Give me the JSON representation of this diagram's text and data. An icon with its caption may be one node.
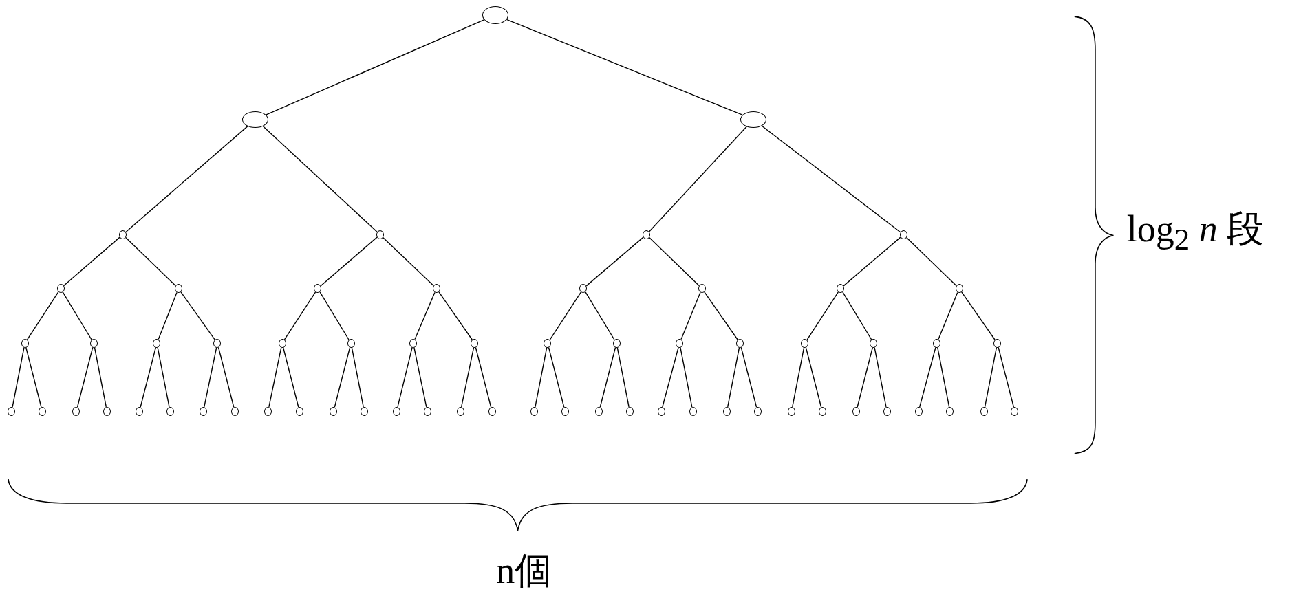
{
  "diagram": {
    "nodes": [
      {
        "text": [],
        "shape": "circle"
      },
      {
        "text": [],
        "shape": "circle"
      },
      {
        "text": [],
        "shape": "circle"
      },
      {
        "text": [],
        "shape": "circle"
      },
      {
        "text": [],
        "shape": "circle"
      },
      {
        "text": [],
        "shape": "circle"
      },
      {
        "text": [],
        "shape": "circle"
      },
      {
        "text": [],
        "shape": "circle"
      },
      {
        "text": [],
        "shape": "circle"
      },
      {
        "text": [],
        "shape": "circle"
      },
      {
        "text": [],
        "shape": "circle"
      },
      {
        "text": [],
        "shape": "circle"
      },
      {
        "text": [],
        "shape": "circle"
      },
      {
        "text": [],
        "shape": "circle"
      },
      {
        "text": [],
        "shape": "circle"
      },
      {
        "text": [],
        "shape": "circle"
      },
      {
        "text": [],
        "shape": "circle"
      },
      {
        "text": [],
        "shape": "circle"
      },
      {
        "text": [],
        "shape": "circle"
      },
      {
        "text": [],
        "shape": "circle"
      },
      {
        "text": [],
        "shape": "circle"
      },
      {
        "text": [],
        "shape": "circle"
      },
      {
        "text": [],
        "shape": "circle"
      },
      {
        "text": [],
        "shape": "circle"
      },
      {
        "text": [],
        "shape": "circle"
      },
      {
        "text": [],
        "shape": "circle"
      },
      {
        "text": [],
        "shape": "circle"
      },
      {
        "text": [],
        "shape": "circle"
      },
      {
        "text": [],
        "shape": "circle"
      },
      {
        "text": [],
        "shape": "circle"
      },
      {
        "text": [],
        "shape": "circle"
      },
      {
        "text": [],
        "shape": "circle"
      },
      {
        "text": [],
        "shape": "circle"
      },
      {
        "text": [],
        "shape": "circle"
      },
      {
        "text": [],
        "shape": "circle"
      },
      {
        "text": [],
        "shape": "circle"
      },
      {
        "text": [],
        "shape": "circle"
      },
      {
        "text": [],
        "shape": "circle"
      },
      {
        "text": [],
        "shape": "circle"
      },
      {
        "text": [],
        "shape": "circle"
      },
      {
        "text": [],
        "shape": "circle"
      },
      {
        "text": [],
        "shape": "circle"
      },
      {
        "text": [],
        "shape": "circle"
      },
      {
        "text": [],
        "shape": "circle"
      },
      {
        "text": [],
        "shape": "circle"
      },
      {
        "text": [],
        "shape": "circle"
      },
      {
        "text": [],
        "shape": "circle"
      },
      {
        "text": [],
        "shape": "circle"
      },
      {
        "text": [],
        "shape": "circle"
      },
      {
        "text": [],
        "shape": "circle"
      },
      {
        "text": [],
        "shape": "circle"
      },
      {
        "text": [],
        "shape": "circle"
      },
      {
        "text": [],
        "shape": "circle"
      },
      {
        "text": [],
        "shape": "circle"
      },
      {
        "text": [],
        "shape": "circle"
      },
      {
        "text": [],
        "shape": "circle"
      },
      {
        "text": [],
        "shape": "circle"
      },
      {
        "text": [],
        "shape": "circle"
      },
      {
        "text": [],
        "shape": "circle"
      },
      {
        "text": [],
        "shape": "circle"
      },
      {
        "text": [],
        "shape": "circle"
      },
      {
        "text": [],
        "shape": "circle"
      },
      {
        "text": [],
        "shape": "circle"
      }
    ],
    "edges": [
      {
        "from": 0,
        "to": 1,
        "arrow": "none"
      },
      {
        "from": 0,
        "to": 2,
        "arrow": "none"
      },
      {
        "from": 1,
        "to": 3,
        "arrow": "none"
      },
      {
        "from": 1,
        "to": 4,
        "arrow": "none"
      },
      {
        "from": 2,
        "to": 5,
        "arrow": "none"
      },
      {
        "from": 2,
        "to": 6,
        "arrow": "none"
      },
      {
        "from": 3,
        "to": 7,
        "arrow": "none"
      },
      {
        "from": 3,
        "to": 8,
        "arrow": "none"
      },
      {
        "from": 4,
        "to": 9,
        "arrow": "none"
      },
      {
        "from": 4,
        "to": 10,
        "arrow": "none"
      },
      {
        "from": 5,
        "to": 11,
        "arrow": "none"
      },
      {
        "from": 5,
        "to": 12,
        "arrow": "none"
      },
      {
        "from": 6,
        "to": 13,
        "arrow": "none"
      },
      {
        "from": 6,
        "to": 14,
        "arrow": "none"
      },
      {
        "from": 7,
        "to": 15,
        "arrow": "none"
      },
      {
        "from": 7,
        "to": 16,
        "arrow": "none"
      },
      {
        "from": 8,
        "to": 17,
        "arrow": "none"
      },
      {
        "from": 8,
        "to": 18,
        "arrow": "none"
      },
      {
        "from": 9,
        "to": 19,
        "arrow": "none"
      },
      {
        "from": 9,
        "to": 20,
        "arrow": "none"
      },
      {
        "from": 10,
        "to": 21,
        "arrow": "none"
      },
      {
        "from": 10,
        "to": 22,
        "arrow": "none"
      },
      {
        "from": 11,
        "to": 23,
        "arrow": "none"
      },
      {
        "from": 11,
        "to": 24,
        "arrow": "none"
      },
      {
        "from": 12,
        "to": 25,
        "arrow": "none"
      },
      {
        "from": 12,
        "to": 26,
        "arrow": "none"
      },
      {
        "from": 13,
        "to": 27,
        "arrow": "none"
      },
      {
        "from": 13,
        "to": 28,
        "arrow": "none"
      },
      {
        "from": 14,
        "to": 29,
        "arrow": "none"
      },
      {
        "from": 14,
        "to": 30,
        "arrow": "none"
      },
      {
        "from": 15,
        "to": 31,
        "arrow": "none"
      },
      {
        "from": 15,
        "to": 32,
        "arrow": "none"
      },
      {
        "from": 16,
        "to": 33,
        "arrow": "none"
      },
      {
        "from": 16,
        "to": 34,
        "arrow": "none"
      },
      {
        "from": 17,
        "to": 35,
        "arrow": "none"
      },
      {
        "from": 17,
        "to": 36,
        "arrow": "none"
      },
      {
        "from": 18,
        "to": 37,
        "arrow": "none"
      },
      {
        "from": 18,
        "to": 38,
        "arrow": "none"
      },
      {
        "from": 19,
        "to": 39,
        "arrow": "none"
      },
      {
        "from": 19,
        "to": 40,
        "arrow": "none"
      },
      {
        "from": 20,
        "to": 41,
        "arrow": "none"
      },
      {
        "from": 20,
        "to": 42,
        "arrow": "none"
      },
      {
        "from": 21,
        "to": 43,
        "arrow": "none"
      },
      {
        "from": 21,
        "to": 44,
        "arrow": "none"
      },
      {
        "from": 22,
        "to": 45,
        "arrow": "none"
      },
      {
        "from": 22,
        "to": 46,
        "arrow": "none"
      },
      {
        "from": 23,
        "to": 47,
        "arrow": "none"
      },
      {
        "from": 23,
        "to": 48,
        "arrow": "none"
      },
      {
        "from": 24,
        "to": 49,
        "arrow": "none"
      },
      {
        "from": 24,
        "to": 50,
        "arrow": "none"
      },
      {
        "from": 25,
        "to": 51,
        "arrow": "none"
      },
      {
        "from": 25,
        "to": 52,
        "arrow": "none"
      },
      {
        "from": 26,
        "to": 53,
        "arrow": "none"
      },
      {
        "from": 26,
        "to": 54,
        "arrow": "none"
      },
      {
        "from": 27,
        "to": 55,
        "arrow": "none"
      },
      {
        "from": 27,
        "to": 56,
        "arrow": "none"
      },
      {
        "from": 28,
        "to": 57,
        "arrow": "none"
      },
      {
        "from": 28,
        "to": 58,
        "arrow": "none"
      },
      {
        "from": 29,
        "to": 59,
        "arrow": "none"
      },
      {
        "from": 29,
        "to": 60,
        "arrow": "none"
      },
      {
        "from": 30,
        "to": 61,
        "arrow": "none"
      },
      {
        "from": 30,
        "to": 62,
        "arrow": "none"
      }
    ],
    "labels": [
      "log$_{2}$ *n* 段",
      "n個"
    ]
  }
}
